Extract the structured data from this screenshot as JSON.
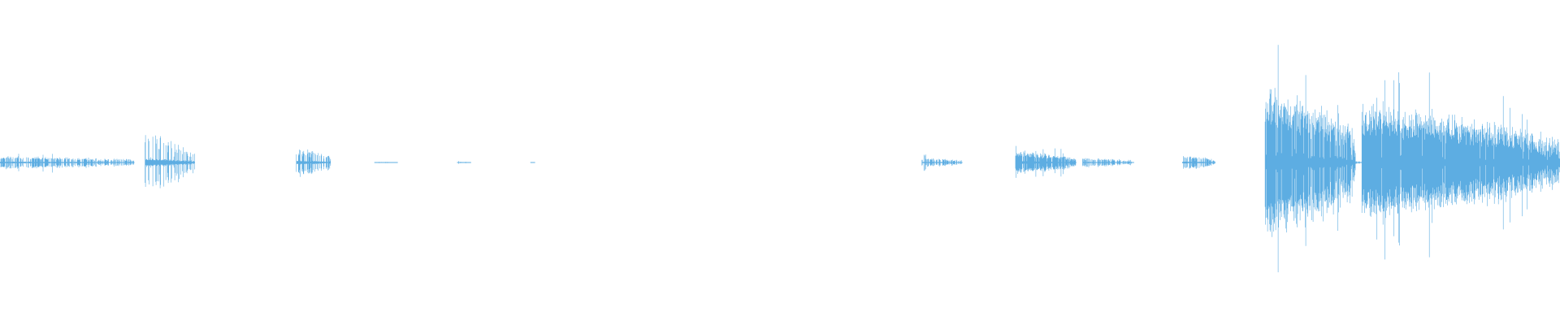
{
  "waveform": {
    "color": "#5dade2",
    "background": "#ffffff",
    "line_width_note": "hairline",
    "segments": [
      {
        "start": 0.0,
        "end": 0.086,
        "peak": 0.08,
        "density": 0.55
      },
      {
        "start": 0.093,
        "end": 0.125,
        "peak": 0.36,
        "density": 0.35
      },
      {
        "start": 0.19,
        "end": 0.212,
        "peak": 0.18,
        "density": 0.45
      },
      {
        "start": 0.24,
        "end": 0.255,
        "peak": 0.01,
        "density": 0.2
      },
      {
        "start": 0.293,
        "end": 0.302,
        "peak": 0.01,
        "density": 0.2
      },
      {
        "start": 0.34,
        "end": 0.343,
        "peak": 0.006,
        "density": 0.2
      },
      {
        "start": 0.591,
        "end": 0.617,
        "peak": 0.06,
        "density": 0.5
      },
      {
        "start": 0.651,
        "end": 0.69,
        "peak": 0.14,
        "density": 0.85
      },
      {
        "start": 0.694,
        "end": 0.727,
        "peak": 0.06,
        "density": 0.6
      },
      {
        "start": 0.758,
        "end": 0.779,
        "peak": 0.09,
        "density": 0.5
      },
      {
        "start": 0.811,
        "end": 0.869,
        "peak": 0.95,
        "density": 0.9
      },
      {
        "start": 0.869,
        "end": 0.873,
        "peak": 0.02,
        "density": 0.5
      },
      {
        "start": 0.873,
        "end": 1.0,
        "peak": 0.7,
        "density": 0.98
      }
    ]
  }
}
